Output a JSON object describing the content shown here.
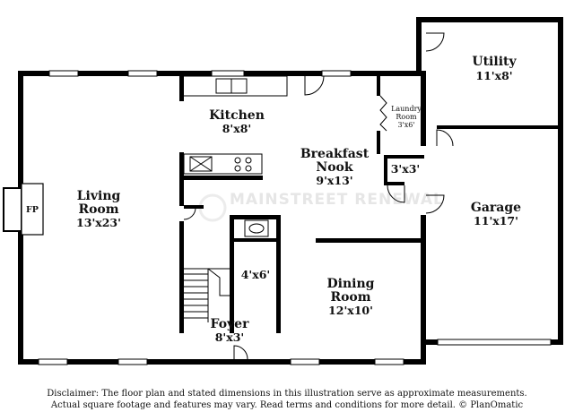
{
  "rooms": {
    "utility": {
      "name": "Utility",
      "dim": "11'x8'"
    },
    "kitchen": {
      "name": "Kitchen",
      "dim": "8'x8'"
    },
    "breakfast": {
      "name": "Breakfast",
      "name2": "Nook",
      "dim": "9'x13'"
    },
    "laundry": {
      "name": "Laundry",
      "name2": "Room",
      "dim": "3'x6'"
    },
    "closet": {
      "dim": "3'x3'"
    },
    "living": {
      "name": "Living",
      "name2": "Room",
      "dim": "13'x23'"
    },
    "garage": {
      "name": "Garage",
      "dim": "11'x17'"
    },
    "halfbath": {
      "dim": "4'x6'"
    },
    "dining": {
      "name": "Dining",
      "name2": "Room",
      "dim": "12'x10'"
    },
    "foyer": {
      "name": "Foyer",
      "dim": "8'x3'"
    }
  },
  "fireplace_label": "FP",
  "watermark": "MAINSTREET RENEWAL",
  "disclaimer": {
    "line1": "Disclaimer: The floor plan and stated dimensions in this illustration serve as approximate measurements.",
    "line2": "Actual square footage and features may vary. Read terms and conditions for more detail. © PlanOmatic"
  }
}
